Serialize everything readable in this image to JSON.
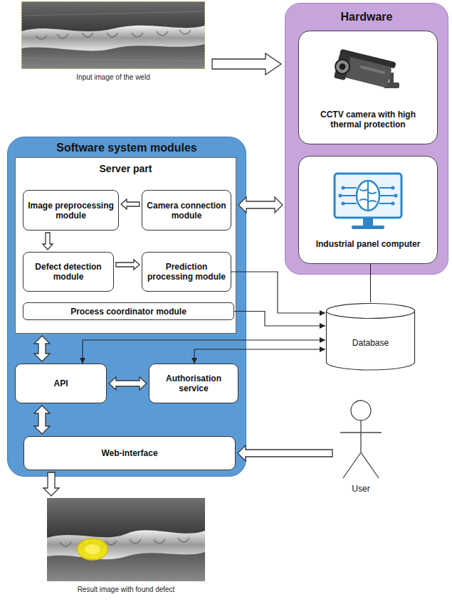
{
  "diagram": {
    "nodes": [
      {
        "text": [
          "Input image of the weld"
        ]
      },
      {
        "text": [
          "Hardware"
        ]
      },
      {
        "text": [
          "CCTV camera with high thermal protection"
        ],
        "in": 1
      },
      {
        "text": [
          "Industrial panel computer"
        ],
        "in": 1
      },
      {
        "text": [
          "Software system modules"
        ]
      },
      {
        "text": [
          "Server part"
        ],
        "in": 4
      },
      {
        "text": [
          "Image preprocessing module"
        ],
        "in": 5
      },
      {
        "text": [
          "Camera connection module"
        ],
        "in": 5
      },
      {
        "text": [
          "Defect detection module"
        ],
        "in": 5
      },
      {
        "text": [
          "Prediction processing module"
        ],
        "in": 5
      },
      {
        "text": [
          "Process coordinator module"
        ],
        "in": 5
      },
      {
        "text": [
          "Database"
        ]
      },
      {
        "text": [
          "API"
        ],
        "in": 4
      },
      {
        "text": [
          "Authorisation service"
        ],
        "in": 4
      },
      {
        "text": [
          "User"
        ]
      },
      {
        "text": [
          "Web-interface"
        ],
        "in": 4
      },
      {
        "text": [
          "Result image with found defect"
        ]
      }
    ],
    "edges": [
      {
        "from": 0,
        "to": 1,
        "arrow": "to"
      },
      {
        "from": 7,
        "to": 6,
        "arrow": "to"
      },
      {
        "from": 6,
        "to": 8,
        "arrow": "to"
      },
      {
        "from": 8,
        "to": 9,
        "arrow": "to"
      },
      {
        "from": 5,
        "to": 1,
        "arrow": "both"
      },
      {
        "from": 3,
        "to": 11,
        "arrow": "none"
      },
      {
        "from": 9,
        "to": 11,
        "arrow": "to"
      },
      {
        "from": 10,
        "to": 11,
        "arrow": "to"
      },
      {
        "from": 5,
        "to": 12,
        "arrow": "both"
      },
      {
        "from": 12,
        "to": 11,
        "arrow": "both"
      },
      {
        "from": 13,
        "to": 11,
        "arrow": "both"
      },
      {
        "from": 12,
        "to": 13,
        "arrow": "both"
      },
      {
        "from": 12,
        "to": 15,
        "arrow": "both"
      },
      {
        "from": 14,
        "to": 15,
        "arrow": "to"
      },
      {
        "from": 15,
        "to": 16,
        "arrow": "to"
      }
    ]
  }
}
